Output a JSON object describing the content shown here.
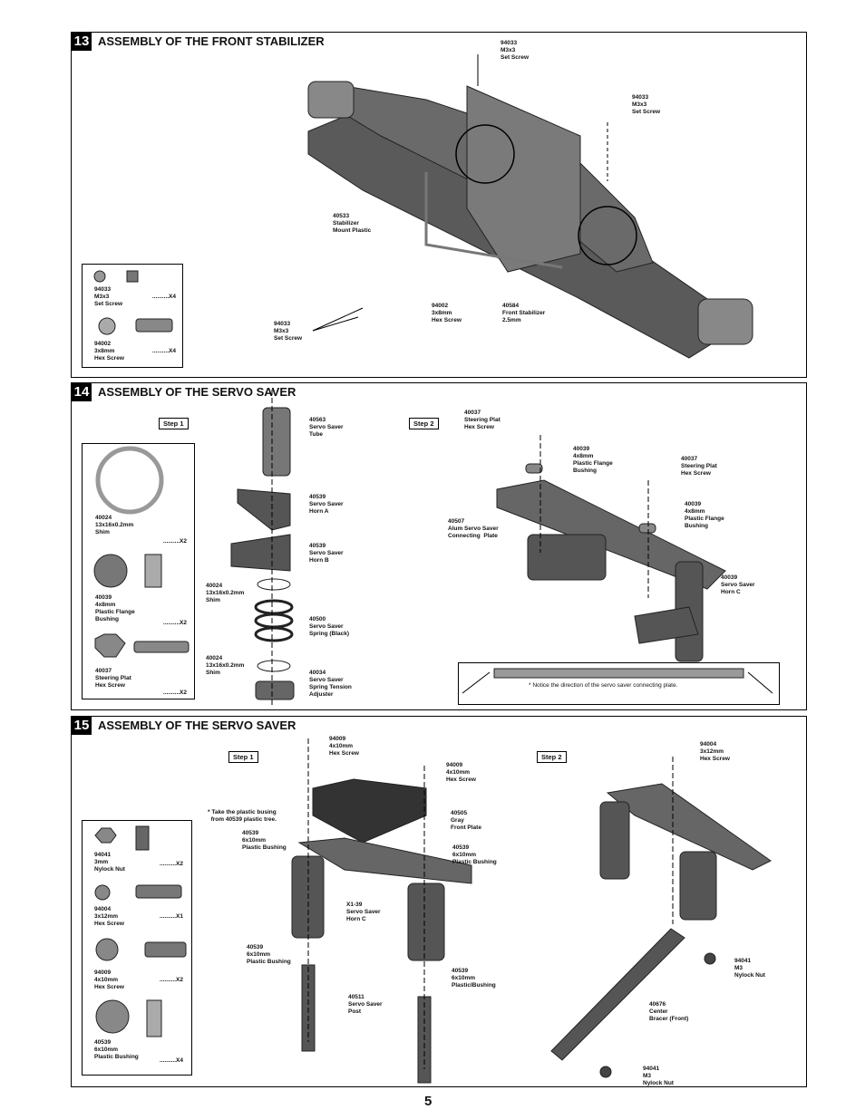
{
  "s13": {
    "num": "13",
    "title": "ASSEMBLY OF THE FRONT STABILIZER",
    "l1": "94033\nM3x3\nSet Screw",
    "l2": "94033\nM3x3\nSet Screw",
    "l3": "40533\nStabilizer\nMount Plastic",
    "l4": "94002\n3x8mm\nHex Screw",
    "l5": "40584\nFront Stabilizer\n2.5mm",
    "l6": "94033\nM3x3\nSet Screw",
    "k1": "94033\nM3x3\nSet Screw",
    "q1": "..........X4",
    "k2": "94002\n3x8mm\nHex Screw",
    "q2": "..........X4"
  },
  "s14": {
    "num": "14",
    "title": "ASSEMBLY OF THE SERVO SAVER",
    "step1": "Step 1",
    "step2": "Step 2",
    "k1": "40024\n13x16x0.2mm\nShim",
    "q1": "..........X2",
    "k2": "40039\n4x8mm\nPlastic Flange\nBushing",
    "q2": "..........X2",
    "k3": "40037\nSteering Plat\nHex Screw",
    "q3": "..........X2",
    "a1": "40563\nServo Saver\nTube",
    "a2": "40539\nServo Saver\nHorn A",
    "a3": "40539\nServo Saver\nHorn B",
    "a4": "40024\n13x16x0.2mm\nShim",
    "a5": "40500\nServo Saver\nSpring (Black)",
    "a6": "40024\n13x16x0.2mm\nShim",
    "a7": "40034\nServo Saver\nSpring Tension\nAdjuster",
    "b1": "40037\nSteering Plat\nHex Screw",
    "b2": "40039\n4x8mm\nPlastic Flange\nBushing",
    "b3": "40037\nSteering Plat\nHex Screw",
    "b4": "40507\nAlum Servo Saver\nConnecting  Plate",
    "b5": "40039\n4x8mm\nPlastic Flange\nBushing",
    "b6": "40039\nServo Saver\nHorn C",
    "notice": "* Notice the direction of the servo saver connecting plate."
  },
  "s15": {
    "num": "15",
    "title": "ASSEMBLY OF THE SERVO SAVER",
    "step1": "Step 1",
    "step2": "Step 2",
    "k1": "94041\n3mm\nNylock Nut",
    "q1": "..........X2",
    "k2": "94004\n3x12mm\nHex Screw",
    "q2": "..........X1",
    "k3": "94009\n4x10mm\nHex Screw",
    "q3": "..........X2",
    "k4": "40539\n6x10mm\nPlastic Bushing",
    "q4": "..........X4",
    "a1": "94009\n4x10mm\nHex Screw",
    "a2": "94009\n4x10mm\nHex Screw",
    "a3": "* Take the plastic busing\n  from 40539 plastic tree.",
    "a4": "40505\nGray\nFront Plate",
    "a5": "40539\n6x10mm\nPlastic Bushing",
    "a6": "40539\n6x10mm\nPlastic Bushing",
    "a7": "X1-39\nServo Saver\nHorn C",
    "a8": "40539\n6x10mm\nPlastic Bushing",
    "a9": "40511\nServo Saver\nPost",
    "a10": "40539\n6x10mm\nPlasticlBushing",
    "b1": "94004\n3x12mm\nHex Screw",
    "b2": "94041\nM3\nNylock Nut",
    "b3": "40676\nCenter\nBracer (Front)",
    "b4": "94041\nM3\nNylock Nut"
  },
  "page": "5"
}
